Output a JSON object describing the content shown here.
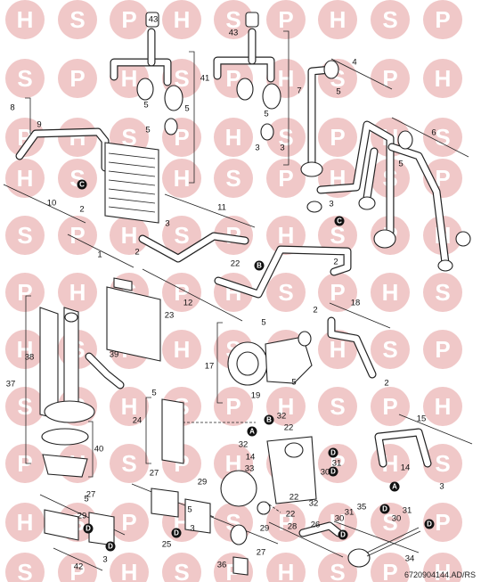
{
  "watermark": {
    "letters": [
      "H",
      "S",
      "P"
    ],
    "color": "#f0c8c8"
  },
  "footer_code": "6720904144.AD/RS",
  "part_numbers": [
    "43",
    "43",
    "41",
    "7",
    "4",
    "8",
    "9",
    "5",
    "5",
    "5",
    "5",
    "3",
    "3",
    "5",
    "6",
    "5",
    "3",
    "10",
    "2",
    "11",
    "3",
    "2",
    "22",
    "2",
    "1",
    "12",
    "23",
    "5",
    "2",
    "18",
    "17",
    "19",
    "5",
    "2",
    "38",
    "39",
    "37",
    "5",
    "24",
    "32",
    "32",
    "22",
    "14",
    "31",
    "30",
    "33",
    "40",
    "15",
    "14",
    "3",
    "27",
    "29",
    "27",
    "29",
    "5",
    "3",
    "25",
    "22",
    "22",
    "28",
    "26",
    "32",
    "29",
    "27",
    "42",
    "5",
    "3",
    "35",
    "30",
    "31",
    "30",
    "31",
    "36",
    "34"
  ],
  "badges": [
    "C",
    "C",
    "B",
    "A",
    "B",
    "D",
    "D",
    "A",
    "D",
    "D",
    "D",
    "D",
    "D",
    "D"
  ]
}
